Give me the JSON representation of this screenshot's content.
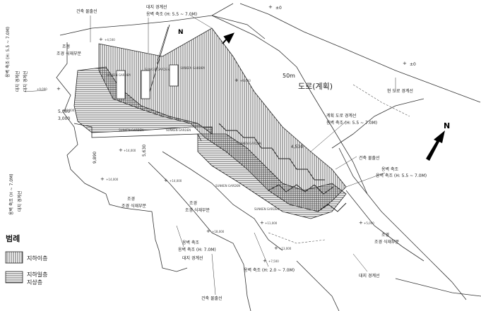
{
  "labels": {
    "top_boundary": "대지 경계선",
    "top_wall": "옹벽 축조 (H: 5.5 ~ 7.0M)",
    "building_line_top": "건축 물출선",
    "landscape_top": "조경 식재부분",
    "left_height": "옹벽 축조 (H: 5.5 ~ 7.0M)",
    "left_boundary": "대지 경계선",
    "left_wall": "옹벽 축조 (H ~ 7.0M)",
    "road": "도로(계획)",
    "road_width": "50m",
    "right_plan_boundary": "계획 도로 경계선",
    "right_wall": "옹벽 축조 (H: 5.5 ~ 7.0M)",
    "right_building_line": "건축 물출선",
    "right_wall2": "옹벽 축조 (H: 5.5 ~ 7.0M)",
    "existing_road": "현 도로 경계선",
    "landscape_mid": "조경 식재부분",
    "landscape_left": "조경 식재부분",
    "landscape_right": "조경 식재부분",
    "bottom_wall": "옹벽 축조 (H: 7.0M)",
    "bottom_boundary": "대지 경계선",
    "bottom_wall2": "옹벽 축조 (H: 2.0 ~ 7.0M)",
    "bottom_building_line": "건축 물출선",
    "bottom_right_boundary": "대지 경계선",
    "sunken1": "SUNKEN GARDEN",
    "sunken2": "SUNKEN GARDEN",
    "sunken3": "SUNKEN GARDEN",
    "sunken4": "SUNKEN GARDEN",
    "sunken5": "SUNKEN GARDEN",
    "sunken6": "SUNKEN GARDEN",
    "sunken7": "SUNKEN GARDEN",
    "sunken8": "SUNKEN GARDEN",
    "dim_1": "5,000",
    "dim_2": "3,000",
    "dim_3": "5,630",
    "dim_4": "9,890",
    "dim_5": "4,530",
    "elev_1": "±0",
    "elev_2": "±0",
    "elev_3": "+4,500",
    "elev_4": "+9,000",
    "elev_5": "+12,000",
    "elev_6": "+14,000",
    "elev_7": "+9,000",
    "elev_8": "+14,000",
    "elev_9": "+14,000",
    "elev_10": "+18,000",
    "elev_11": "+5,000",
    "elev_12": "+11,000",
    "elev_13": "+7,500",
    "elev_14": "+13,000",
    "north_small": "N",
    "north_big": "N"
  },
  "legend": {
    "title": "범례",
    "item1": "지하이층",
    "item2_line1": "지하일층",
    "item2_line2": "지상층"
  }
}
